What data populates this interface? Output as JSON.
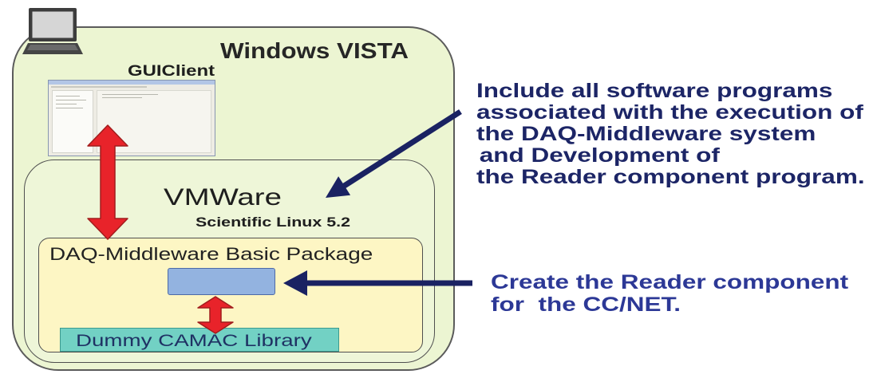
{
  "host": {
    "title": "Windows VISTA",
    "icon": "laptop-icon"
  },
  "gui_client": {
    "label": "GUIClient",
    "icon": "gui-window-screenshot"
  },
  "vmware": {
    "title": "VMWare",
    "os": "Scientific Linux 5.2"
  },
  "daq_package": {
    "title": "DAQ-Middleware Basic Package",
    "component": "reader-component-block"
  },
  "camac": {
    "label": "Dummy CAMAC Library"
  },
  "notes": {
    "include": [
      "Include all software programs",
      "associated with the execution of",
      "the DAQ-Middleware system",
      "and Development of",
      "the Reader component program."
    ],
    "create": [
      "Create the Reader component",
      "for  the CC/NET."
    ]
  },
  "colors": {
    "vista_fill": "#ecf5d2",
    "vmware_fill": "#eef6d8",
    "daq_fill": "#fdf6c4",
    "reader_fill": "#93b3e0",
    "camac_fill": "#72d1c4",
    "camac_text": "#1f3264",
    "red_arrow": "#e8232a",
    "navy_arrow": "#1a2262",
    "include_text": "#1c2566",
    "create_text": "#2c3896"
  }
}
